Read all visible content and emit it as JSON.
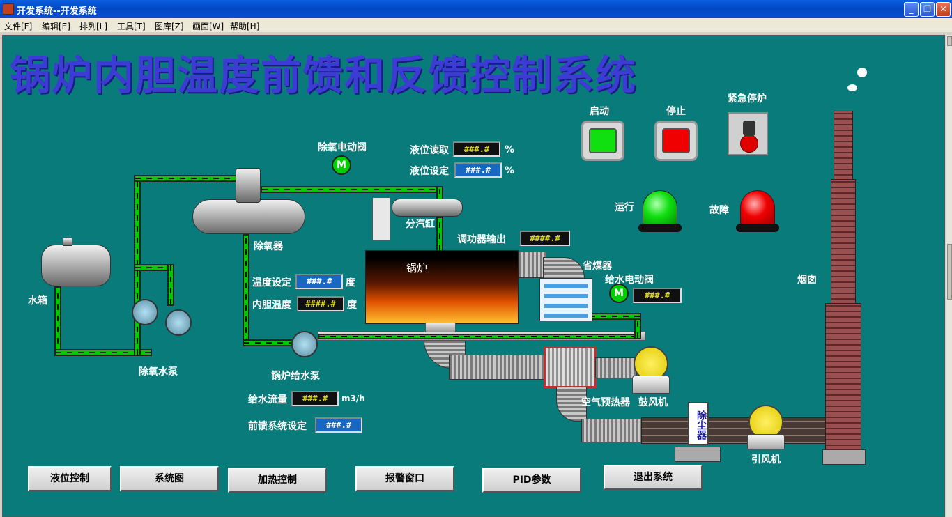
{
  "window": {
    "title": "开发系统--开发系统",
    "min": "_",
    "max": "❐",
    "close": "✕"
  },
  "menu": [
    "文件[F]",
    "编辑[E]",
    "排列[L]",
    "工具[T]",
    "图库[Z]",
    "画面[W]",
    "帮助[H]"
  ],
  "header": {
    "title": "锅炉内胆温度前馈和反馈控制系统"
  },
  "labels": {
    "water_tank": "水箱",
    "deaerator_pump": "除氧水泵",
    "deaerator": "除氧器",
    "deaerator_valve": "除氧电动阀",
    "steam_drum": "分汽缸",
    "boiler": "锅炉",
    "feed_pump": "锅炉给水泵",
    "economizer": "省煤器",
    "feed_valve": "给水电动阀",
    "air_preheater": "空气预热器",
    "blower": "鼓风机",
    "dust_remover": "除尘器",
    "induced_fan": "引风机",
    "chimney": "烟囱",
    "motor": "M"
  },
  "readouts": {
    "level_read": {
      "label": "液位读取",
      "value": "###.#",
      "unit": "%"
    },
    "level_set": {
      "label": "液位设定",
      "value": "###.#",
      "unit": "%"
    },
    "power_out": {
      "label": "调功器输出",
      "value": "####.#"
    },
    "temp_set": {
      "label": "温度设定",
      "value": "###.#",
      "unit": "度"
    },
    "inner_temp": {
      "label": "内胆温度",
      "value": "####.#",
      "unit": "度"
    },
    "feed_valve_value": "###.#",
    "feed_flow": {
      "label": "给水流量",
      "value": "###.#",
      "unit": "m3/h"
    },
    "feedforward_set": {
      "label": "前馈系统设定",
      "value": "###.#"
    }
  },
  "controls": {
    "start": "启动",
    "stop": "停止",
    "emergency_stop": "紧急停炉",
    "running": "运行",
    "fault": "故障"
  },
  "buttons": [
    "液位控制",
    "系统图",
    "加热控制",
    "报警窗口",
    "PID参数",
    "退出系统"
  ],
  "colors": {
    "background": "#0a7b7b",
    "pipe": "#00c800",
    "title": "#3c3cd4",
    "green_lamp": "#10e010",
    "red_lamp": "#f00000"
  }
}
